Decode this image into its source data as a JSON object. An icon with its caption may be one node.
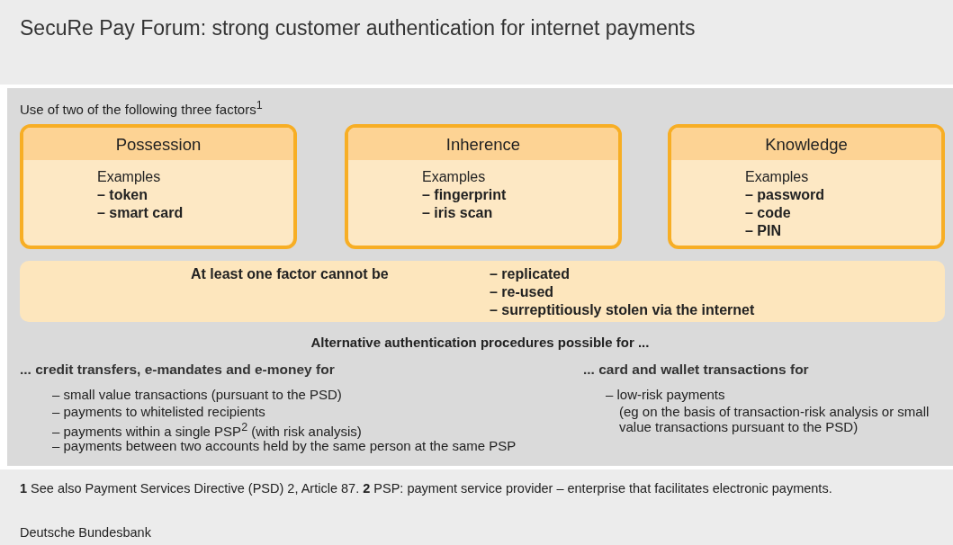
{
  "diagram": {
    "title": "SecuRe Pay Forum: strong customer authentication for internet payments",
    "nodes": [
      {
        "text": [
          "Use of two of the following three factors$^{1}$",
          "Alternative authentication procedures possible for ...",
          "... credit transfers, e-mandates and e-money for",
          "– small value transactions (pursuant to the PSD)",
          "– payments to whitelisted recipients",
          "– payments within a single PSP$^{2}$ (with risk analysis)",
          "– payments between two accounts held by the same person at the same PSP",
          "... card and wallet transactions for",
          "– low-risk payments",
          "(eg on the basis of transaction-risk analysis or small value transactions pursuant to the PSD)"
        ]
      },
      {
        "text": [
          "Possession",
          "Examples",
          "– token",
          "– smart card"
        ],
        "in": 0
      },
      {
        "text": [
          "Inherence",
          "Examples",
          "– fingerprint",
          "– iris scan"
        ],
        "in": 0
      },
      {
        "text": [
          "Knowledge",
          "Examples",
          "– password",
          "– code",
          "– PIN"
        ],
        "in": 0
      },
      {
        "text": [
          "At least one factor cannot be",
          "– replicated",
          "– re-used",
          "– surreptitiously stolen via the internet"
        ],
        "in": 0
      }
    ],
    "labels": [
      "**1** See also Payment Services Directive (PSD) 2, Article 87. **2** PSP: payment service provider – enterprise that facilitates electronic payments.",
      "Deutsche Bundesbank"
    ]
  }
}
